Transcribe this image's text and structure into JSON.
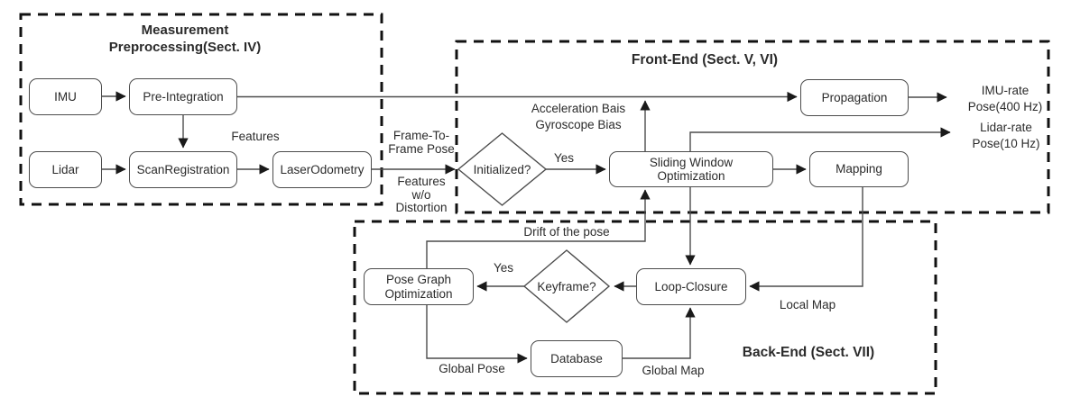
{
  "colors": {
    "background": "#ffffff",
    "line": "#4c4c4c",
    "arrow": "#1a1a1a",
    "node_border": "#4c4c4c",
    "dashed_border": "#111111",
    "text": "#2b2b2b"
  },
  "groups": {
    "preprocessing": {
      "title_lines": [
        "Measurement",
        "Preprocessing(Sect. IV)"
      ]
    },
    "front_end": {
      "title": "Front-End (Sect. V, VI)"
    },
    "back_end": {
      "title": "Back-End (Sect. VII)"
    }
  },
  "nodes": {
    "imu": {
      "label": "IMU"
    },
    "pre_integration": {
      "label": "Pre-Integration"
    },
    "lidar": {
      "label": "Lidar"
    },
    "scan_registration": {
      "label": "ScanRegistration"
    },
    "laser_odometry": {
      "label": "LaserOdometry"
    },
    "initialized": {
      "label": "Initialized?"
    },
    "sliding_window_optimization": {
      "lines": [
        "Sliding Window",
        "Optimization"
      ]
    },
    "propagation": {
      "label": "Propagation"
    },
    "mapping": {
      "label": "Mapping"
    },
    "pose_graph_optimization": {
      "lines": [
        "Pose Graph",
        "Optimization"
      ]
    },
    "keyframe": {
      "label": "Keyframe?"
    },
    "loop_closure": {
      "label": "Loop-Closure"
    },
    "database": {
      "label": "Database"
    }
  },
  "edge_labels": {
    "features": "Features",
    "frame_to_frame_pose": {
      "lines": [
        "Frame-To-",
        "Frame Pose"
      ]
    },
    "features_wo_distortion": {
      "lines": [
        "Features",
        "w/o",
        "Distortion"
      ]
    },
    "bias_feedback": {
      "lines": [
        "Acceleration Bais",
        "Gyroscope Bias"
      ]
    },
    "yes_initialized": "Yes",
    "imu_rate_pose": {
      "lines": [
        "IMU-rate",
        "Pose(400 Hz)"
      ]
    },
    "lidar_rate_pose": {
      "lines": [
        "Lidar-rate",
        "Pose(10 Hz)"
      ]
    },
    "drift_of_the_pose": "Drift of the pose",
    "yes_keyframe": "Yes",
    "local_map": "Local Map",
    "global_pose": "Global Pose",
    "global_map": "Global Map"
  }
}
